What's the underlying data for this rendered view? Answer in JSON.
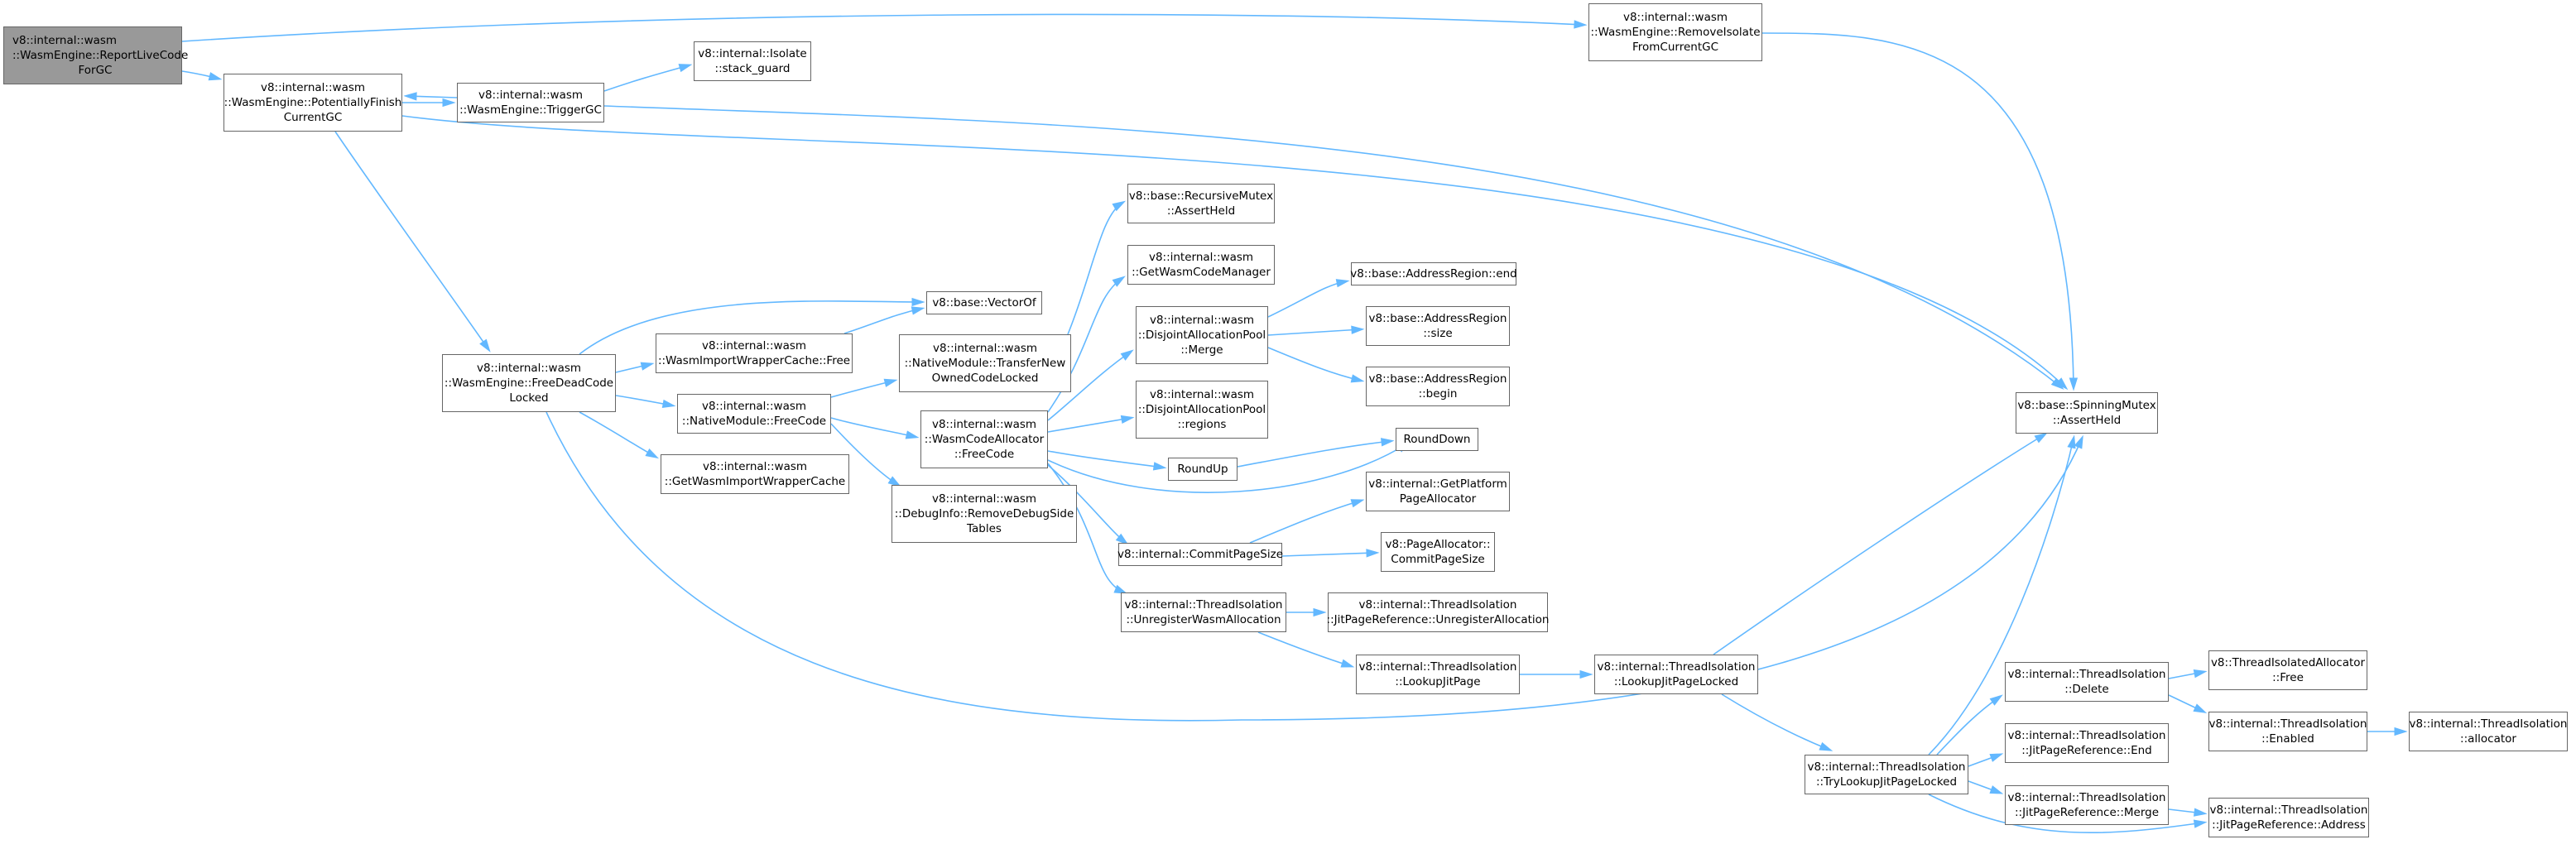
{
  "colors": {
    "edge": "#63b8ff",
    "node_border": "#666666",
    "root_fill": "#999999",
    "node_fill": "#ffffff"
  },
  "nodes": {
    "n0": {
      "lines": [
        "v8::internal::wasm",
        "::WasmEngine::ReportLiveCode",
        "ForGC"
      ]
    },
    "n1": {
      "lines": [
        "v8::internal::wasm",
        "::WasmEngine::PotentiallyFinish",
        "CurrentGC"
      ]
    },
    "n2": {
      "lines": [
        "v8::internal::wasm",
        "::WasmEngine::RemoveIsolate",
        "FromCurrentGC"
      ]
    },
    "n3": {
      "lines": [
        "v8::base::SpinningMutex",
        "::AssertHeld"
      ]
    },
    "n4": {
      "lines": [
        "v8::internal::wasm",
        "::WasmEngine::FreeDeadCode",
        "Locked"
      ]
    },
    "n5": {
      "lines": [
        "v8::internal::wasm",
        "::WasmEngine::TriggerGC"
      ]
    },
    "n6": {
      "lines": [
        "v8::internal::Isolate",
        "::stack_guard"
      ]
    },
    "n7": {
      "lines": [
        "v8::base::VectorOf"
      ]
    },
    "n8": {
      "lines": [
        "v8::internal::wasm",
        "::GetWasmImportWrapperCache"
      ]
    },
    "n9": {
      "lines": [
        "v8::internal::wasm",
        "::NativeModule::FreeCode"
      ]
    },
    "n10": {
      "lines": [
        "v8::internal::wasm",
        "::WasmImportWrapperCache::Free"
      ]
    },
    "n11": {
      "lines": [
        "v8::internal::wasm",
        "::DebugInfo::RemoveDebugSide",
        "Tables"
      ]
    },
    "n12": {
      "lines": [
        "v8::internal::wasm",
        "::NativeModule::TransferNew",
        "OwnedCodeLocked"
      ]
    },
    "n13": {
      "lines": [
        "v8::internal::wasm",
        "::WasmCodeAllocator",
        "::FreeCode"
      ]
    },
    "n14": {
      "lines": [
        "v8::base::RecursiveMutex",
        "::AssertHeld"
      ]
    },
    "n15": {
      "lines": [
        "v8::internal::wasm",
        "::GetWasmCodeManager"
      ]
    },
    "n16": {
      "lines": [
        "v8::internal::wasm",
        "::DisjointAllocationPool",
        "::Merge"
      ]
    },
    "n17": {
      "lines": [
        "v8::internal::wasm",
        "::DisjointAllocationPool",
        "::regions"
      ]
    },
    "n18": {
      "lines": [
        "RoundUp"
      ]
    },
    "n19": {
      "lines": [
        "v8::internal::CommitPageSize"
      ]
    },
    "n20": {
      "lines": [
        "v8::internal::ThreadIsolation",
        "::UnregisterWasmAllocation"
      ]
    },
    "n21": {
      "lines": [
        "v8::base::AddressRegion::end"
      ]
    },
    "n22": {
      "lines": [
        "v8::base::AddressRegion",
        "::size"
      ]
    },
    "n23": {
      "lines": [
        "v8::base::AddressRegion",
        "::begin"
      ]
    },
    "n24": {
      "lines": [
        "RoundDown"
      ]
    },
    "n25": {
      "lines": [
        "v8::internal::GetPlatform",
        "PageAllocator"
      ]
    },
    "n26": {
      "lines": [
        "v8::PageAllocator::",
        "CommitPageSize"
      ]
    },
    "n27": {
      "lines": [
        "v8::internal::ThreadIsolation",
        "::JitPageReference::UnregisterAllocation"
      ]
    },
    "n28": {
      "lines": [
        "v8::internal::ThreadIsolation",
        "::LookupJitPage"
      ]
    },
    "n29": {
      "lines": [
        "v8::internal::ThreadIsolation",
        "::LookupJitPageLocked"
      ]
    },
    "n30": {
      "lines": [
        "v8::internal::ThreadIsolation",
        "::TryLookupJitPageLocked"
      ]
    },
    "n31": {
      "lines": [
        "v8::internal::ThreadIsolation",
        "::Delete"
      ]
    },
    "n32": {
      "lines": [
        "v8::internal::ThreadIsolation",
        "::JitPageReference::End"
      ]
    },
    "n33": {
      "lines": [
        "v8::internal::ThreadIsolation",
        "::JitPageReference::Merge"
      ]
    },
    "n34": {
      "lines": [
        "v8::ThreadIsolatedAllocator",
        "::Free"
      ]
    },
    "n35": {
      "lines": [
        "v8::internal::ThreadIsolation",
        "::Enabled"
      ]
    },
    "n36": {
      "lines": [
        "v8::internal::ThreadIsolation",
        "::JitPageReference::Address"
      ]
    },
    "n37": {
      "lines": [
        "v8::internal::ThreadIsolation",
        "::allocator"
      ]
    }
  }
}
